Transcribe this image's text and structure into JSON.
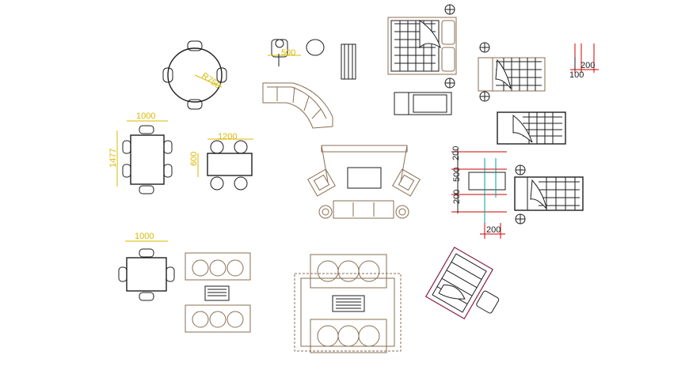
{
  "colors": {
    "background": "#ffffff",
    "linework": "#1e1e1e",
    "furniture_brown": "#8a6e52",
    "dimension_yellow": "#d9b800",
    "dimension_red": "#cc0000",
    "accent_cyan": "#00a0a0",
    "accent_magenta": "#8a2040"
  },
  "dimensions": {
    "round_table_radius": "R750",
    "armchair_width": "500",
    "rect_table_width": "1000",
    "rect_table_length": "1477",
    "long_table_width": "1200",
    "long_table_depth": "600",
    "square_table_width": "1000",
    "door_top_200": "200",
    "door_top_100": "100",
    "opening_upper": "200",
    "opening_mid": "500",
    "opening_lower": "200",
    "opening_bottom": "200"
  }
}
